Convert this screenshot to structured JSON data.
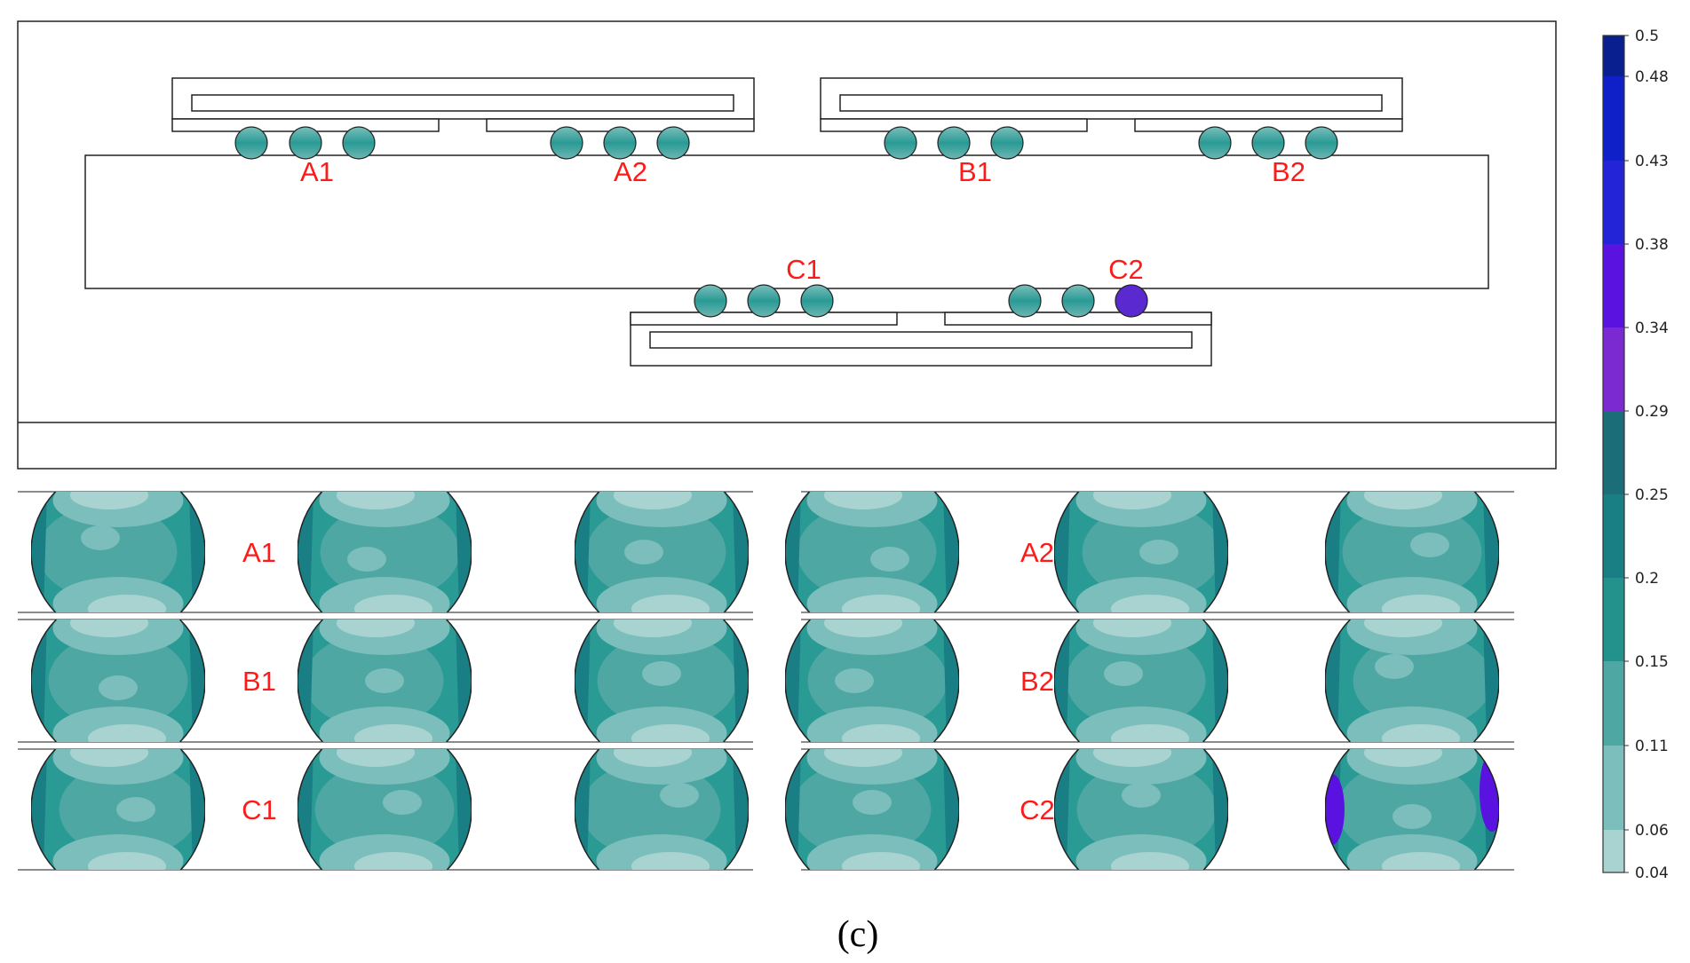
{
  "model_labels": {
    "top_row": [
      "A1",
      "A2",
      "B1",
      "B2"
    ],
    "bottom_row": [
      "C1",
      "C2"
    ]
  },
  "detail_rows": [
    {
      "left": "A1",
      "right": "A2"
    },
    {
      "left": "B1",
      "right": "B2"
    },
    {
      "left": "C1",
      "right": "C2"
    }
  ],
  "colorbar": {
    "ticks": [
      "0.5",
      "0.48",
      "0.43",
      "0.38",
      "0.34",
      "0.29",
      "0.25",
      "0.2",
      "0.15",
      "0.11",
      "0.06",
      "0.04"
    ],
    "colors": [
      "#0a1f8f",
      "#1020c8",
      "#2323d8",
      "#5a12e0",
      "#7a2ad0",
      "#1b6e78",
      "#1a7f84",
      "#23928c",
      "#4fa7a3",
      "#7bbebb",
      "#a8d3d0",
      "#d6e9e7"
    ]
  },
  "label_color": "#ff1a1a",
  "caption": "(c)"
}
